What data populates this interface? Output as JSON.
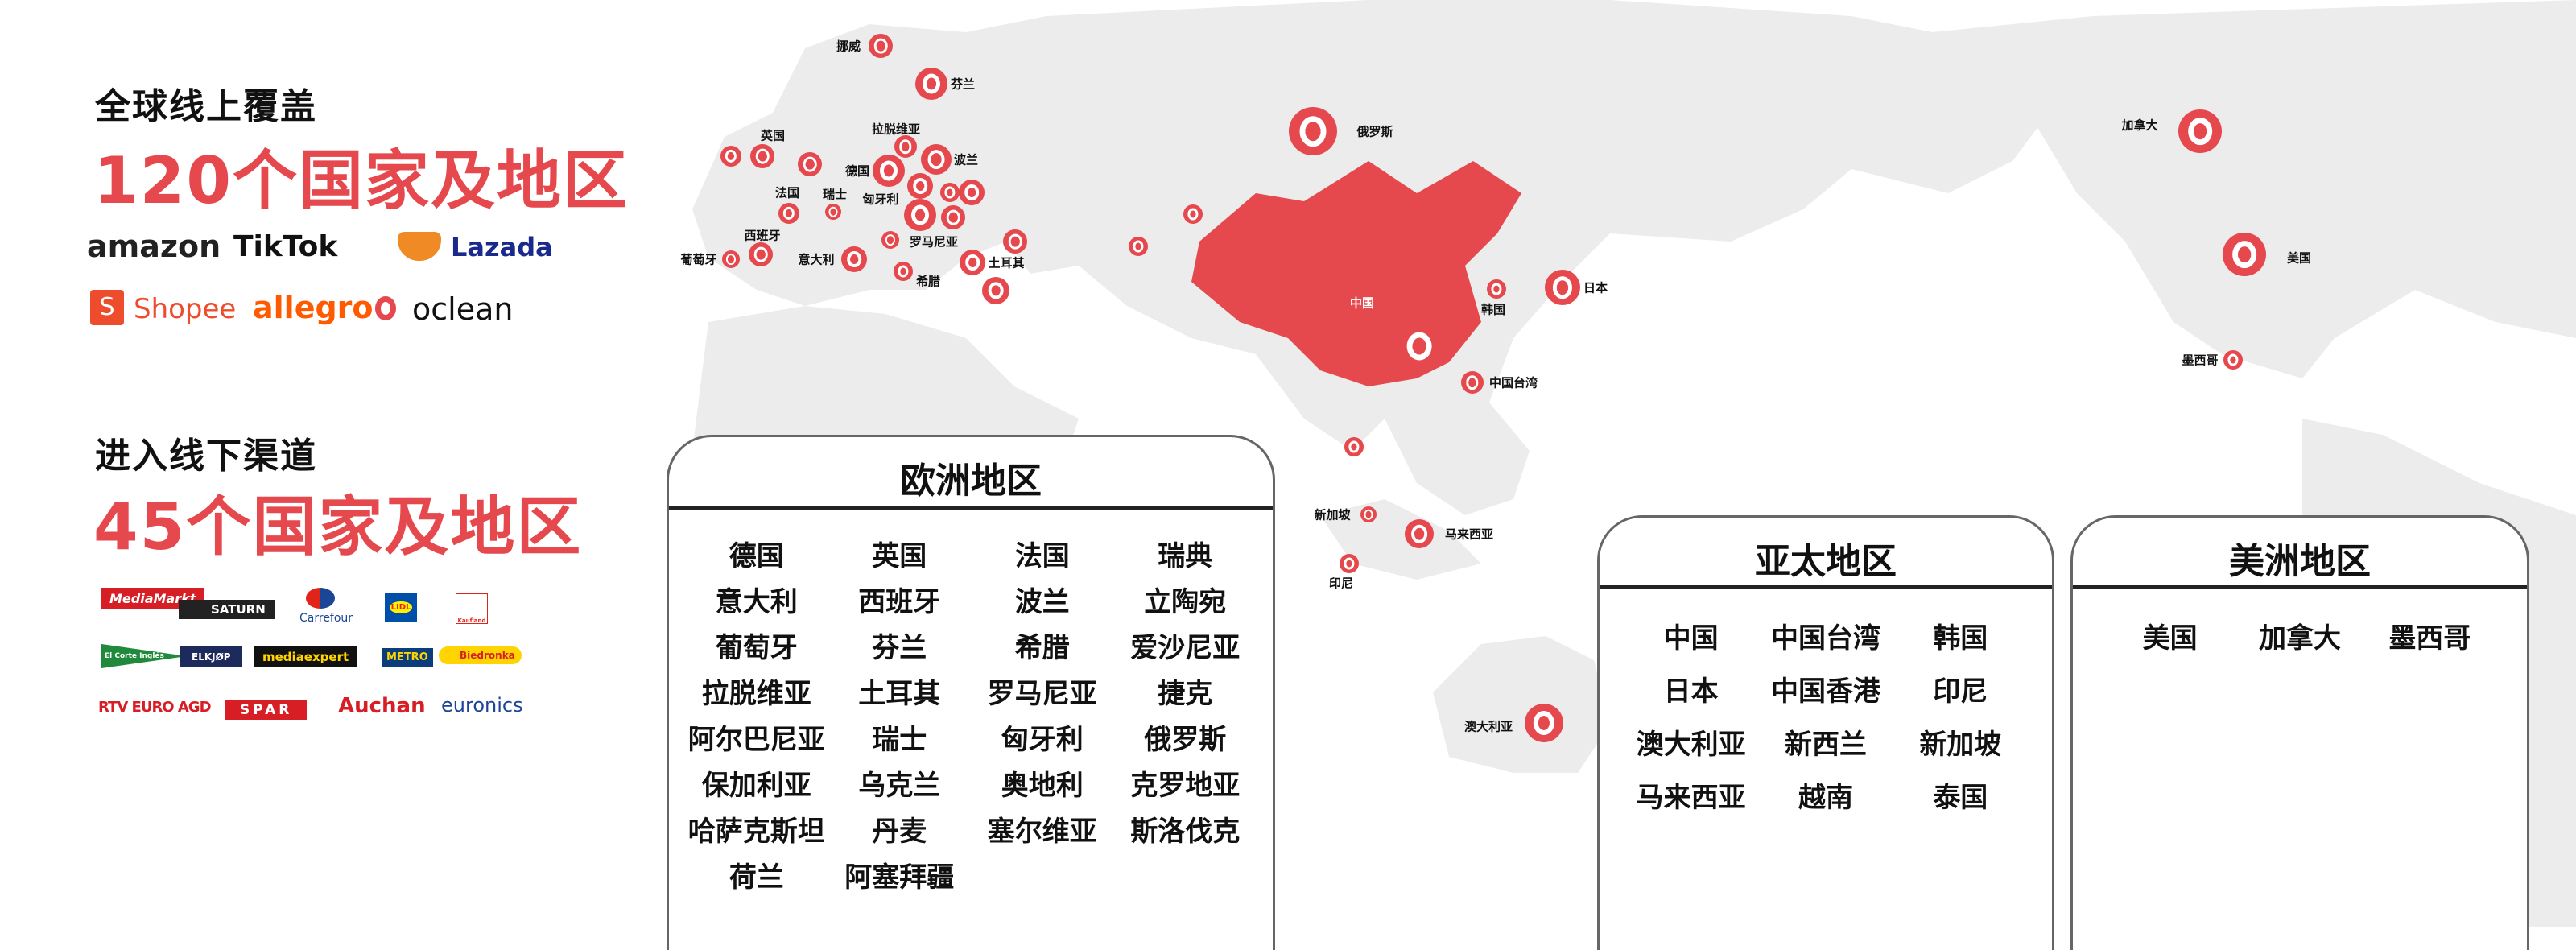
{
  "left": {
    "online_heading": "全球线上覆盖",
    "online_count": "120个国家及地区",
    "online_logos": [
      "amazon",
      "TikTok",
      "Lazada",
      "Shopee",
      "allegro",
      "oclean"
    ],
    "offline_heading": "进入线下渠道",
    "offline_count": "45个国家及地区",
    "offline_logos": [
      "MediaMarkt",
      "SATURN",
      "Carrefour",
      "LIDL",
      "Kaufland",
      "El Corte Inglés",
      "ELKJØP",
      "mediaexpert",
      "METRO",
      "Biedronka",
      "RTV EURO AGD",
      "SPAR",
      "Auchan",
      "euronics"
    ]
  },
  "colors": {
    "accent": "#e5484d",
    "land": "#ececec",
    "text": "#111111"
  },
  "map": {
    "labels": [
      "挪威",
      "芬兰",
      "英国",
      "拉脱维亚",
      "波兰",
      "德国",
      "法国",
      "瑞士",
      "匈牙利",
      "罗马尼亚",
      "西班牙",
      "葡萄牙",
      "意大利",
      "土耳其",
      "希腊",
      "俄罗斯",
      "中国",
      "韩国",
      "日本",
      "中国台湾",
      "新加坡",
      "马来西亚",
      "印尼",
      "澳大利亚",
      "加拿大",
      "美国",
      "墨西哥"
    ],
    "marker_icon": "oclean-logo-icon"
  },
  "regions": {
    "europe": {
      "title": "欧洲地区",
      "countries": [
        "德国",
        "英国",
        "法国",
        "瑞典",
        "意大利",
        "西班牙",
        "波兰",
        "立陶宛",
        "葡萄牙",
        "芬兰",
        "希腊",
        "爱沙尼亚",
        "拉脱维亚",
        "土耳其",
        "罗马尼亚",
        "捷克",
        "阿尔巴尼亚",
        "瑞士",
        "匈牙利",
        "俄罗斯",
        "保加利亚",
        "乌克兰",
        "奥地利",
        "克罗地亚",
        "哈萨克斯坦",
        "丹麦",
        "塞尔维亚",
        "斯洛伐克",
        "荷兰",
        "阿塞拜疆"
      ]
    },
    "asia_pacific": {
      "title": "亚太地区",
      "countries": [
        "中国",
        "中国台湾",
        "韩国",
        "日本",
        "中国香港",
        "印尼",
        "澳大利亚",
        "新西兰",
        "新加坡",
        "马来西亚",
        "越南",
        "泰国"
      ]
    },
    "americas": {
      "title": "美洲地区",
      "countries": [
        "美国",
        "加拿大",
        "墨西哥"
      ]
    }
  }
}
